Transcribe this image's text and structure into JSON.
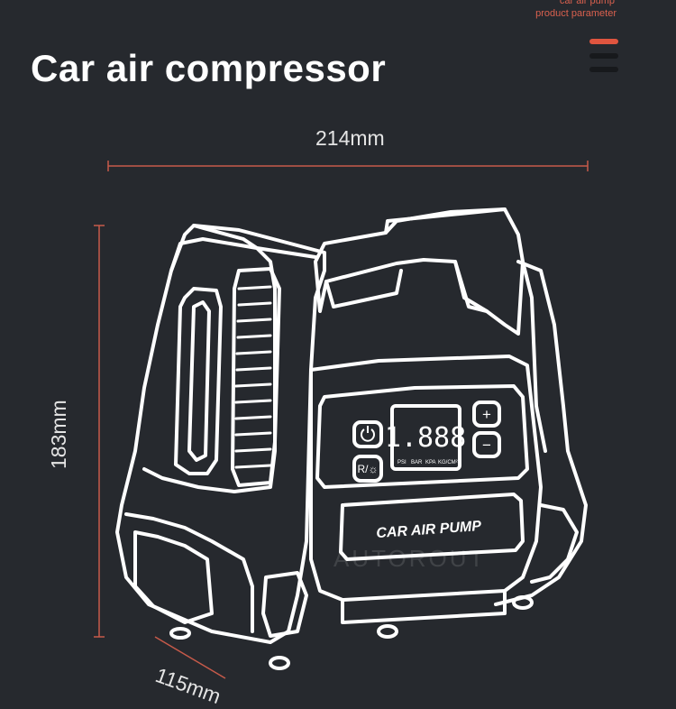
{
  "header": {
    "title": "Car air compressor",
    "top_label": "car air pump",
    "param_label": "product parameter"
  },
  "nav_bars": {
    "count": 3,
    "active_index": 0,
    "active_color": "#e0553f",
    "inactive_color": "#17191c"
  },
  "dimensions": {
    "width": "214mm",
    "height": "183mm",
    "depth": "115mm"
  },
  "device": {
    "lcd_reading": "1.888",
    "units": [
      "PSI",
      "BAR",
      "KPA",
      "KG/CM²"
    ],
    "brand_text": "CAR AIR PUMP",
    "plus_label": "+",
    "minus_label": "−",
    "mode_label": "R/☼"
  },
  "watermark": "AUTOROUT",
  "colors": {
    "background": "#26292e",
    "accent": "#e0553f",
    "outline": "#ffffff"
  },
  "icons": [
    "power-icon",
    "light-icon"
  ]
}
